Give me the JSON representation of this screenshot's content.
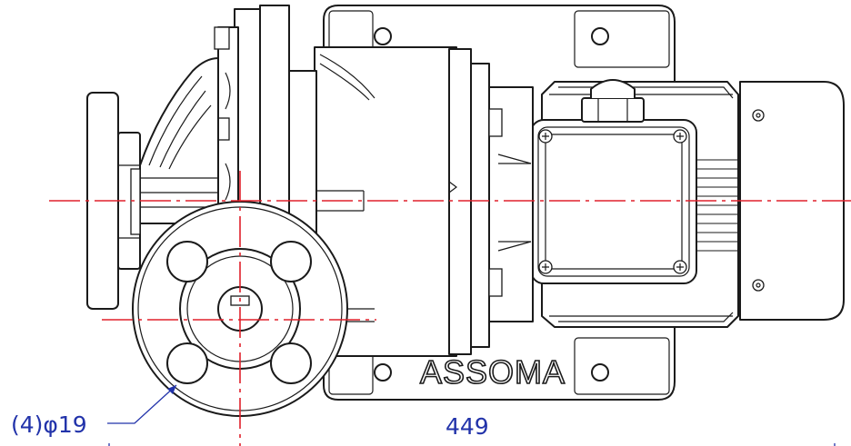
{
  "drawing": {
    "brand_logo": "ASSOMA",
    "hole_callout": "(4)φ19",
    "dimension_length": "449"
  },
  "colors": {
    "outline": "#1a1a1a",
    "centerline": "#e0212b",
    "dimension": "#2233aa"
  }
}
